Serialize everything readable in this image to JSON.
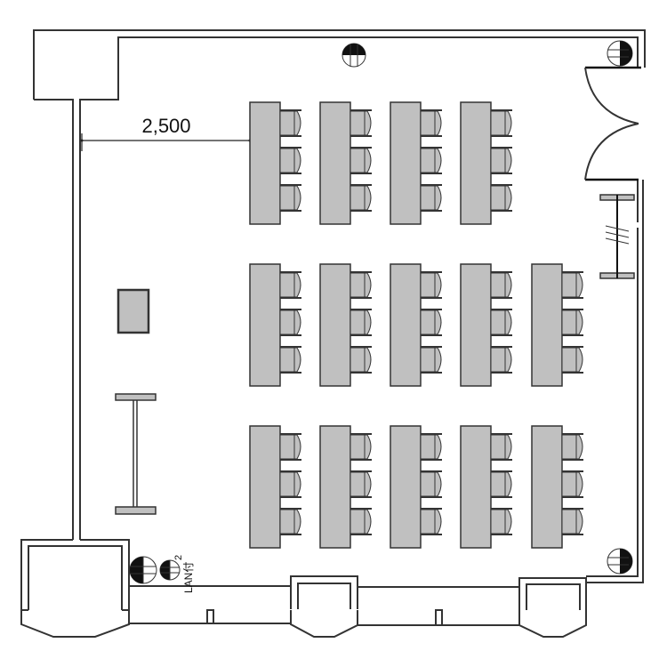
{
  "plan": {
    "dimension_label": "2,500",
    "outlet_count_label": "2",
    "lan_label": "LAN付"
  },
  "layout_counts": {
    "desk_rows": [
      4,
      5,
      5
    ],
    "chairs_per_desk": 3
  },
  "colors": {
    "wall": "#333333",
    "furniture": "#c0c0c0",
    "background": "#ffffff"
  }
}
